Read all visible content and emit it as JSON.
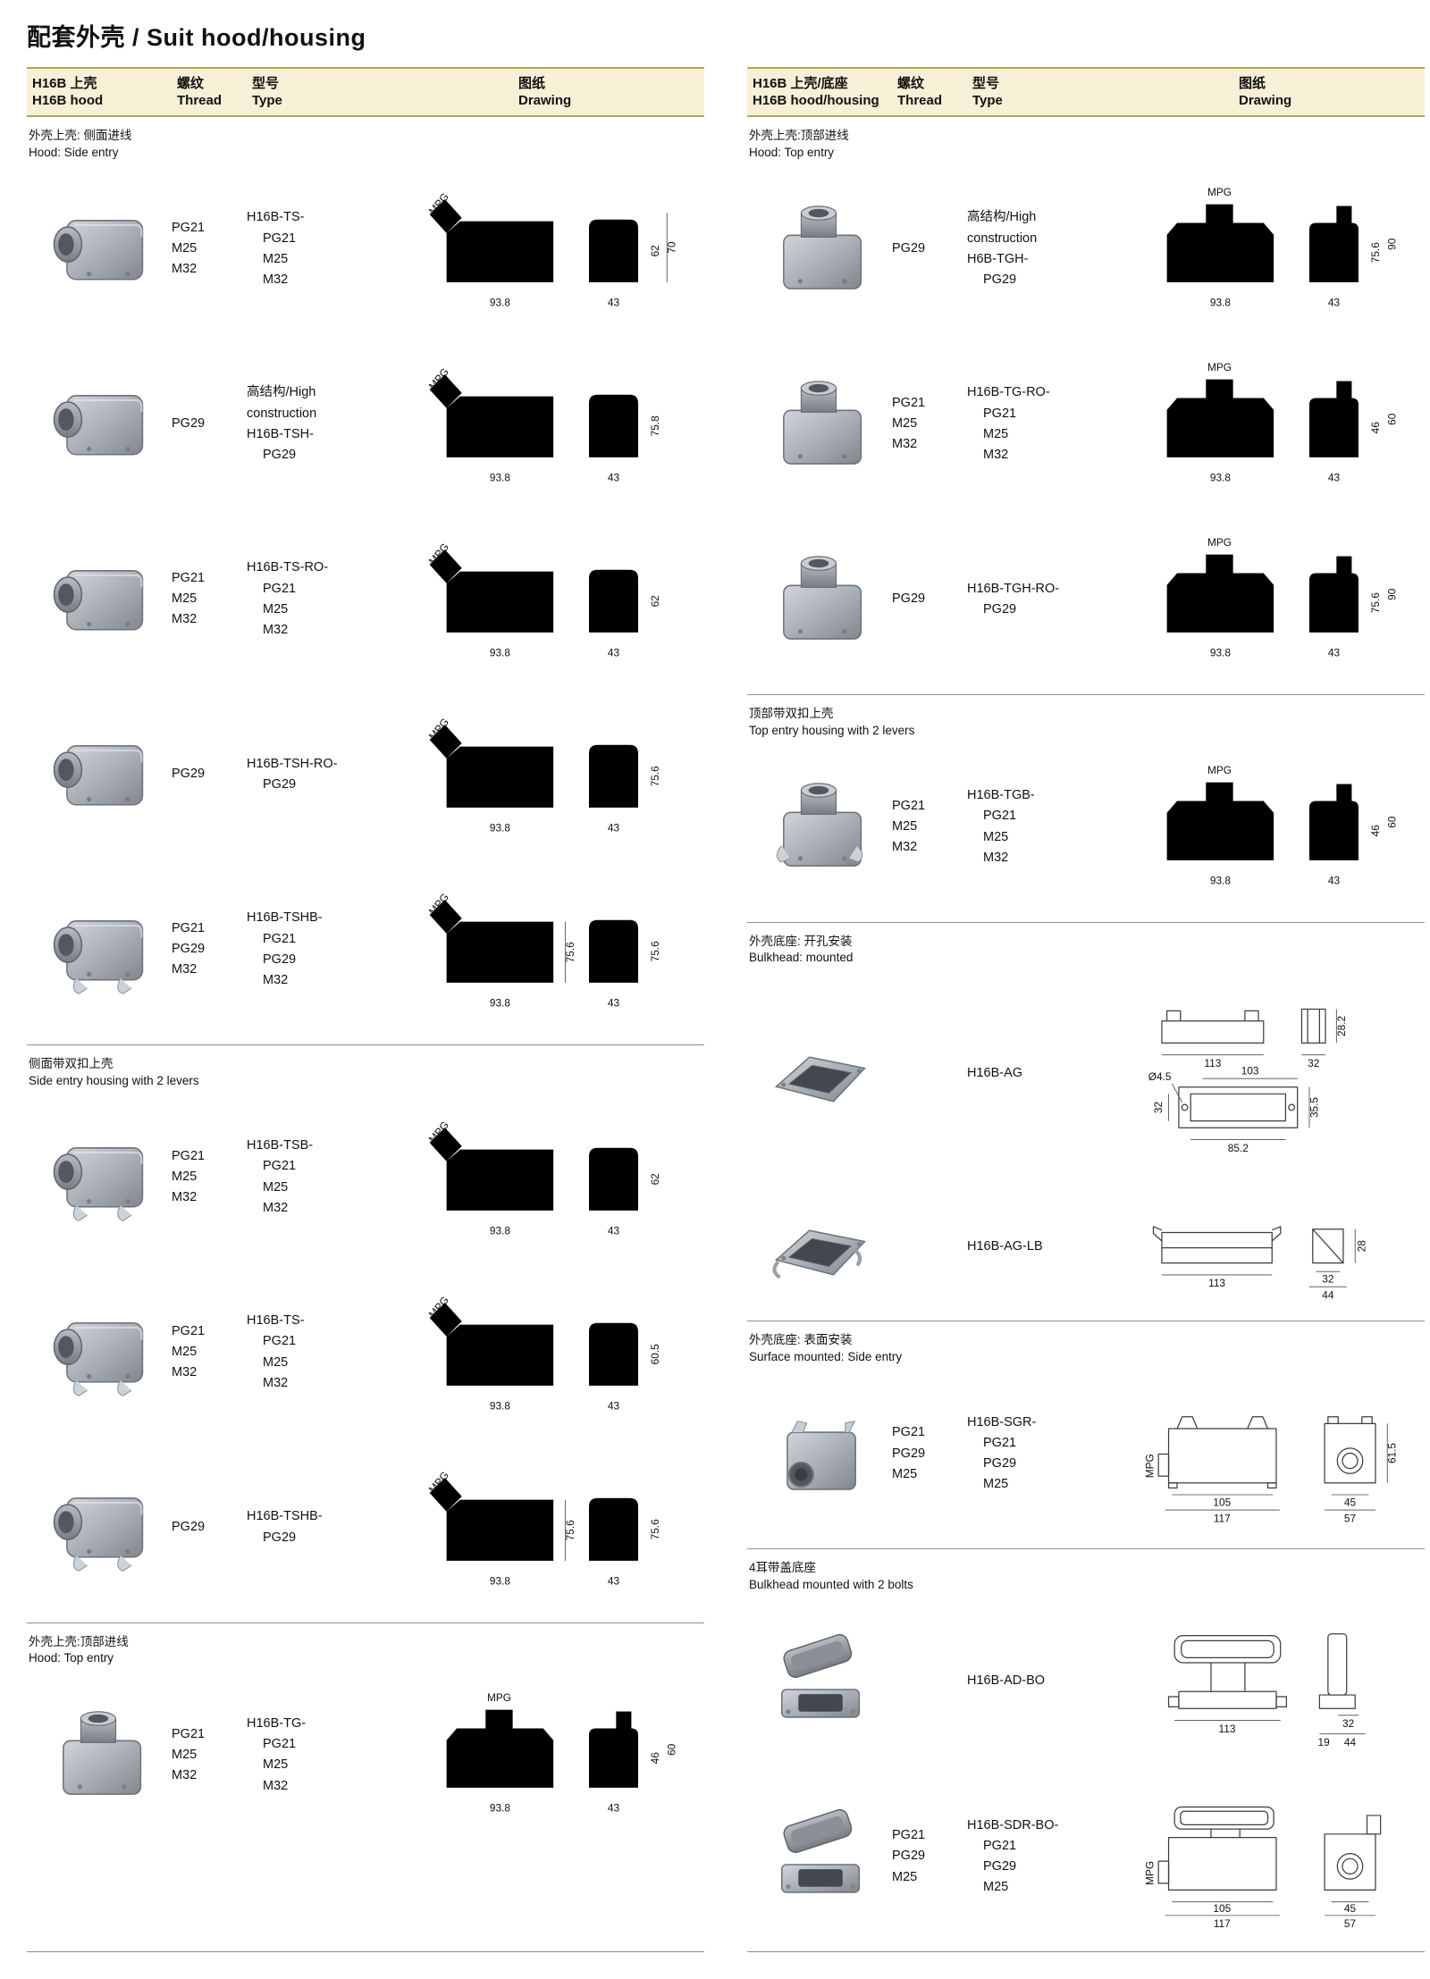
{
  "page": {
    "title": "配套外壳 / Suit hood/housing"
  },
  "colors": {
    "header_band_bg": "#f7efd6",
    "header_band_border": "#bea04a",
    "section_divider": "#8f8f8f",
    "text": "#111111",
    "metal_light": "#d2d5da",
    "metal_dark": "#82878e"
  },
  "left": {
    "header": {
      "c1_zh": "H16B 上壳",
      "c1_en": "H16B hood",
      "c2_zh": "螺纹",
      "c2_en": "Thread",
      "c3_zh": "型号",
      "c3_en": "Type",
      "c4_zh": "图纸",
      "c4_en": "Drawing"
    },
    "sections": [
      {
        "title_zh": "外壳上壳: 侧面进线",
        "title_en": "Hood: Side entry",
        "rows": [
          {
            "thread": [
              "PG21",
              "M25",
              "M32"
            ],
            "type": [
              "H16B-TS-",
              "PG21",
              "M25",
              "M32"
            ],
            "dims": {
              "mpg": "MPG",
              "w": "93.8",
              "ew": "43",
              "h1": "62",
              "h2": "70"
            }
          },
          {
            "thread": [
              "PG29"
            ],
            "type": [
              "高结构/High",
              "construction",
              "H16B-TSH-",
              "PG29"
            ],
            "dims": {
              "mpg": "MPG",
              "w": "93.8",
              "ew": "43",
              "h1": "75.8"
            }
          },
          {
            "thread": [
              "PG21",
              "M25",
              "M32"
            ],
            "type": [
              "H16B-TS-RO-",
              "PG21",
              "M25",
              "M32"
            ],
            "dims": {
              "mpg": "MPG",
              "w": "93.8",
              "ew": "43",
              "h1": "62"
            }
          },
          {
            "thread": [
              "PG29"
            ],
            "type": [
              "H16B-TSH-RO-",
              "PG29"
            ],
            "dims": {
              "mpg": "MPG",
              "w": "93.8",
              "ew": "43",
              "h1": "75.6"
            }
          },
          {
            "thread": [
              "PG21",
              "PG29",
              "M32"
            ],
            "type": [
              "H16B-TSHB-",
              "PG21",
              "PG29",
              "M32"
            ],
            "dims": {
              "mpg": "MPG",
              "w": "93.8",
              "ew": "43",
              "h1": "75.6",
              "hm": "75.6"
            }
          }
        ]
      },
      {
        "title_zh": "侧面带双扣上壳",
        "title_en": "Side entry housing with 2 levers",
        "rows": [
          {
            "thread": [
              "PG21",
              "M25",
              "M32"
            ],
            "type": [
              "H16B-TSB-",
              "PG21",
              "M25",
              "M32"
            ],
            "dims": {
              "mpg": "MPG",
              "w": "93.8",
              "ew": "43",
              "h1": "62"
            }
          },
          {
            "thread": [
              "PG21",
              "M25",
              "M32"
            ],
            "type": [
              "H16B-TS-",
              "PG21",
              "M25",
              "M32"
            ],
            "dims": {
              "mpg": "MPG",
              "w": "93.8",
              "ew": "43",
              "h1": "60.5"
            }
          },
          {
            "thread": [
              "PG29"
            ],
            "type": [
              "H16B-TSHB-",
              "PG29"
            ],
            "dims": {
              "mpg": "MPG",
              "w": "93.8",
              "ew": "43",
              "h1": "75.6",
              "hm": "75.6"
            }
          }
        ]
      },
      {
        "title_zh": "外壳上壳:顶部进线",
        "title_en": "Hood: Top entry",
        "rows": [
          {
            "thread": [
              "PG21",
              "M25",
              "M32"
            ],
            "type": [
              "H16B-TG-",
              "PG21",
              "M25",
              "M32"
            ],
            "dims": {
              "mpg": "MPG",
              "w": "93.8",
              "ew": "43",
              "h1": "46",
              "h2": "60"
            }
          }
        ]
      }
    ]
  },
  "right": {
    "header": {
      "c1_zh": "H16B 上壳/底座",
      "c1_en": "H16B hood/housing",
      "c2_zh": "螺纹",
      "c2_en": "Thread",
      "c3_zh": "型号",
      "c3_en": "Type",
      "c4_zh": "图纸",
      "c4_en": "Drawing"
    },
    "sections": [
      {
        "title_zh": "外壳上壳:顶部进线",
        "title_en": "Hood: Top entry",
        "rows": [
          {
            "thread": [
              "PG29"
            ],
            "type": [
              "高结构/High",
              "construction",
              "H6B-TGH-",
              "PG29"
            ],
            "dims": {
              "mpg": "MPG",
              "w": "93.8",
              "ew": "43",
              "h1": "75.6",
              "h2": "90"
            }
          },
          {
            "thread": [
              "PG21",
              "M25",
              "M32"
            ],
            "type": [
              "H16B-TG-RO-",
              "PG21",
              "M25",
              "M32"
            ],
            "dims": {
              "mpg": "MPG",
              "w": "93.8",
              "ew": "43",
              "h1": "46",
              "h2": "60"
            }
          },
          {
            "thread": [
              "PG29"
            ],
            "type": [
              "H16B-TGH-RO-",
              "PG29"
            ],
            "dims": {
              "mpg": "MPG",
              "w": "93.8",
              "ew": "43",
              "h1": "75.6",
              "h2": "90"
            }
          }
        ]
      },
      {
        "title_zh": "顶部带双扣上壳",
        "title_en": "Top entry housing with 2 levers",
        "rows": [
          {
            "thread": [
              "PG21",
              "M25",
              "M32"
            ],
            "type": [
              "H16B-TGB-",
              "PG21",
              "M25",
              "M32"
            ],
            "dims": {
              "mpg": "MPG",
              "w": "93.8",
              "ew": "43",
              "h1": "46",
              "h2": "60"
            }
          }
        ]
      },
      {
        "title_zh": "外壳底座: 开孔安装",
        "title_en": "Bulkhead: mounted",
        "rows": [
          {
            "thread": [],
            "type": [
              "H16B-AG"
            ],
            "dims": {
              "w1": "113",
              "sw": "32",
              "sh": "28.2",
              "hole": "Ø4.5",
              "w2": "103",
              "lh": "32",
              "inner": "85.2",
              "ph": "35.5"
            }
          },
          {
            "thread": [],
            "type": [
              "H16B-AG-LB"
            ],
            "dims": {
              "w1": "113",
              "a": "32",
              "b": "44",
              "h": "28"
            }
          }
        ]
      },
      {
        "title_zh": "外壳底座: 表面安装",
        "title_en": "Surface mounted: Side entry",
        "rows": [
          {
            "thread": [
              "PG21",
              "PG29",
              "M25"
            ],
            "type": [
              "H16B-SGR-",
              "PG21",
              "PG29",
              "M25"
            ],
            "dims": {
              "mpg": "MPG",
              "w1": "105",
              "w2": "117",
              "e1": "45",
              "e2": "57",
              "h": "61.5"
            }
          }
        ]
      },
      {
        "title_zh": "4耳带盖底座",
        "title_en": "Bulkhead mounted with 2 bolts",
        "rows": [
          {
            "thread": [],
            "type": [
              "H16B-AD-BO"
            ],
            "dims": {
              "w1": "113",
              "a": "19",
              "b": "32",
              "c": "44"
            }
          },
          {
            "thread": [
              "PG21",
              "PG29",
              "M25"
            ],
            "type": [
              "H16B-SDR-BO-",
              "PG21",
              "PG29",
              "M25"
            ],
            "dims": {
              "mpg": "MPG",
              "w1": "105",
              "w2": "117",
              "e1": "45",
              "e2": "57"
            }
          }
        ]
      }
    ]
  }
}
